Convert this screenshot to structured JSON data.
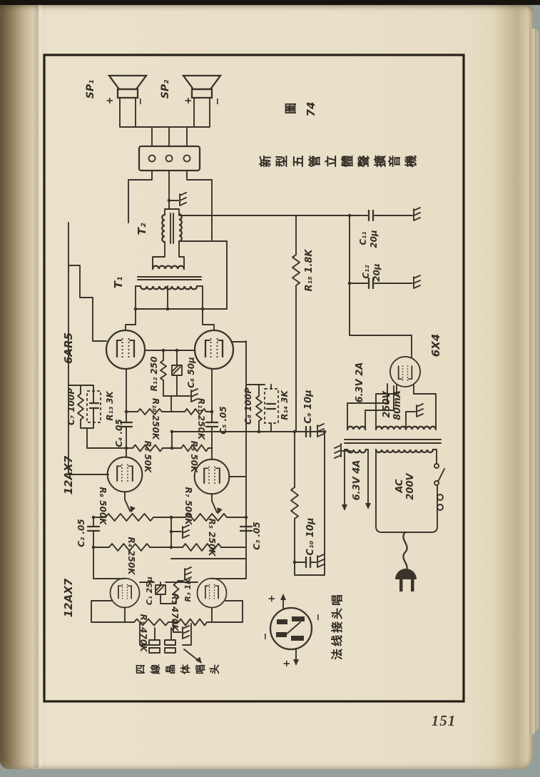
{
  "page": {
    "number": "151"
  },
  "figure": {
    "fig_label": "圖",
    "fig_number": "74",
    "title": "新型五管立體聲擴音機",
    "title_chars": [
      "新",
      "型",
      "五",
      "管",
      "立",
      "體",
      "聲",
      "擴",
      "音",
      "機"
    ]
  },
  "labels": {
    "sp1": "SP₁",
    "sp2": "SP₂",
    "plus": "+",
    "minus": "−",
    "t1": "T₁",
    "t2": "T₂",
    "tube_6ar5": "6AR5",
    "tube_12ax7_a": "12AX7",
    "tube_12ax7_b": "12AX7",
    "tube_6x4": "6X4",
    "r1": "R₁ 470K",
    "r2": "R₂ 470K",
    "r3": "R₃ 1K",
    "r4": "R₄ 250K",
    "r5": "R₅ 250K",
    "r6": "R₆ 500K",
    "r7": "R₇ 500K",
    "r8": "R₈ 50K",
    "r9": "R₉ 50K",
    "r10": "R₁₀ 250K",
    "r11": "R₁₁ 250K",
    "r12": "R₁₂ 250",
    "r13": "R₁₃ 3K",
    "r14": "R₁₄ 3K",
    "r15": "R₁₅ 1.8K",
    "c1": "C₁ 25μ",
    "c2": "C₂ .05",
    "c3": "C₃ .05",
    "c4": "C₄ .05",
    "c5": "C₅ .05",
    "c6": "C₆ 50μ",
    "c7": "C₇ 100P",
    "c8": "C₈ 100P",
    "c9": "C₉ 10μ",
    "c10": "C₁₀ 10μ",
    "c11_id": "C₁₁",
    "c11_val": "20μ",
    "c12_id": "C₁₂",
    "c12_val": "20μ",
    "heater_rect": "6.3V 2A",
    "hv_1": "250V",
    "hv_2": "80mA",
    "heater_main": "6.3V 4A",
    "mains_1": "AC",
    "mains_2": "200V"
  },
  "captions": {
    "cartridge_wiring": "唱头接线法",
    "cartridge_wiring_chars": [
      "唱",
      "头",
      "接",
      "线",
      "法"
    ],
    "cartridge_type": "四線晶体唱头",
    "cartridge_type_chars": [
      "四",
      "線",
      "晶",
      "体",
      "唱",
      "头"
    ]
  }
}
